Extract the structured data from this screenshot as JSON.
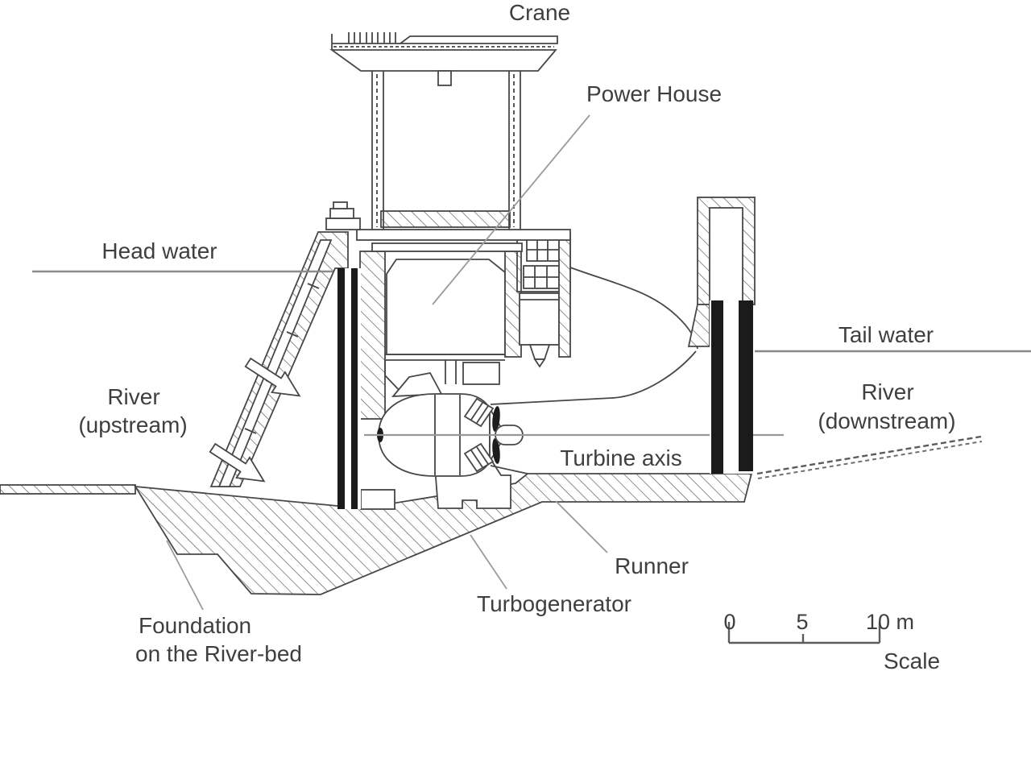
{
  "diagram": {
    "labels": {
      "crane": "Crane",
      "power_house": "Power House",
      "head_water": "Head water",
      "tail_water": "Tail water",
      "river_upstream": {
        "line1": "River",
        "line2": "(upstream)"
      },
      "river_downstream": {
        "line1": "River",
        "line2": "(downstream)"
      },
      "turbine_axis": "Turbine axis",
      "runner": "Runner",
      "turbogenerator": "Turbogenerator",
      "foundation": {
        "line1": "Foundation",
        "line2": "on the River-bed"
      }
    },
    "scale_bar": {
      "tick_0": "0",
      "tick_5": "5",
      "tick_10": "10 m",
      "label": "Scale"
    },
    "colors": {
      "ink": "#3f3f3f",
      "drawing_line": "#474747",
      "hatch": "#5f5f5f",
      "leader": "#9b9b9b",
      "water_line": "#8a8a8a",
      "gate_black": "#1b1b1b",
      "background": "#ffffff"
    }
  }
}
